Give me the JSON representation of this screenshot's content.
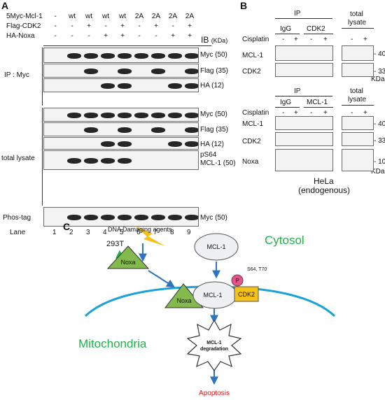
{
  "panelA": {
    "letter": "A",
    "row_labels": [
      "5Myc-Mcl-1",
      "Flag-CDK2",
      "HA-Noxa"
    ],
    "row_values": [
      [
        "-",
        "wt",
        "wt",
        "wt",
        "wt",
        "2A",
        "2A",
        "2A",
        "2A"
      ],
      [
        "-",
        "-",
        "+",
        "-",
        "+",
        "-",
        "+",
        "-",
        "+"
      ],
      [
        "-",
        "-",
        "-",
        "+",
        "+",
        "-",
        "-",
        "+",
        "+"
      ]
    ],
    "ib_label": "IB",
    "ib_unit": "(KDa)",
    "groups": [
      "IP : Myc",
      "total lysate",
      "Phos-tag"
    ],
    "blot_labels": [
      "Myc (50)",
      "Flag (35)",
      "HA  (12)",
      "Myc (50)",
      "Flag (35)",
      "HA  (12)",
      "pS64",
      "MCL-1 (50)",
      "Myc (50)"
    ],
    "lane_label": "Lane",
    "lanes": [
      "1",
      "2",
      "3",
      "4",
      "5",
      "6",
      "7",
      "8",
      "9"
    ],
    "cell_line": "293T"
  },
  "panelB": {
    "letter": "B",
    "top": {
      "ip": "IP",
      "ab1": "IgG",
      "ab2": "CDK2",
      "total": "total",
      "lysate": "lysate",
      "cisplatin": "Cisplatin",
      "signs": [
        "-",
        "+",
        "-",
        "+",
        "-",
        "+"
      ],
      "rows": [
        "MCL-1",
        "CDK2"
      ],
      "markers": [
        "- 40",
        "- 33"
      ],
      "kda": "KDa"
    },
    "bottom": {
      "ip": "IP",
      "ab1": "IgG",
      "ab2": "MCL-1",
      "total": "total",
      "lysate": "lysate",
      "cisplatin": "Cisplatin",
      "signs": [
        "-",
        "+",
        "-",
        "+",
        "-",
        "+"
      ],
      "rows": [
        "MCL-1",
        "CDK2",
        "Noxa"
      ],
      "markers": [
        "- 40",
        "- 33",
        "- 10"
      ],
      "kda": "KDa"
    },
    "cell_line": "HeLa",
    "cell_note": "(endogenous)"
  },
  "panelC": {
    "letter": "C",
    "dna": "DNA Damaging agents",
    "noxa": "Noxa",
    "mcl1": "MCL-1",
    "cdk2": "CDK2",
    "p": "P",
    "sites": "S64, T70",
    "cytosol": "Cytosol",
    "mito": "Mitochondria",
    "degr1": "MCL-1",
    "degr2": "degradation",
    "apoptosis": "Apoptosis",
    "colors": {
      "green": "#21b14a",
      "red": "#e8141b",
      "yellow": "#f6c21a",
      "blue": "#2e74c0",
      "pink": "#e8528c"
    }
  }
}
